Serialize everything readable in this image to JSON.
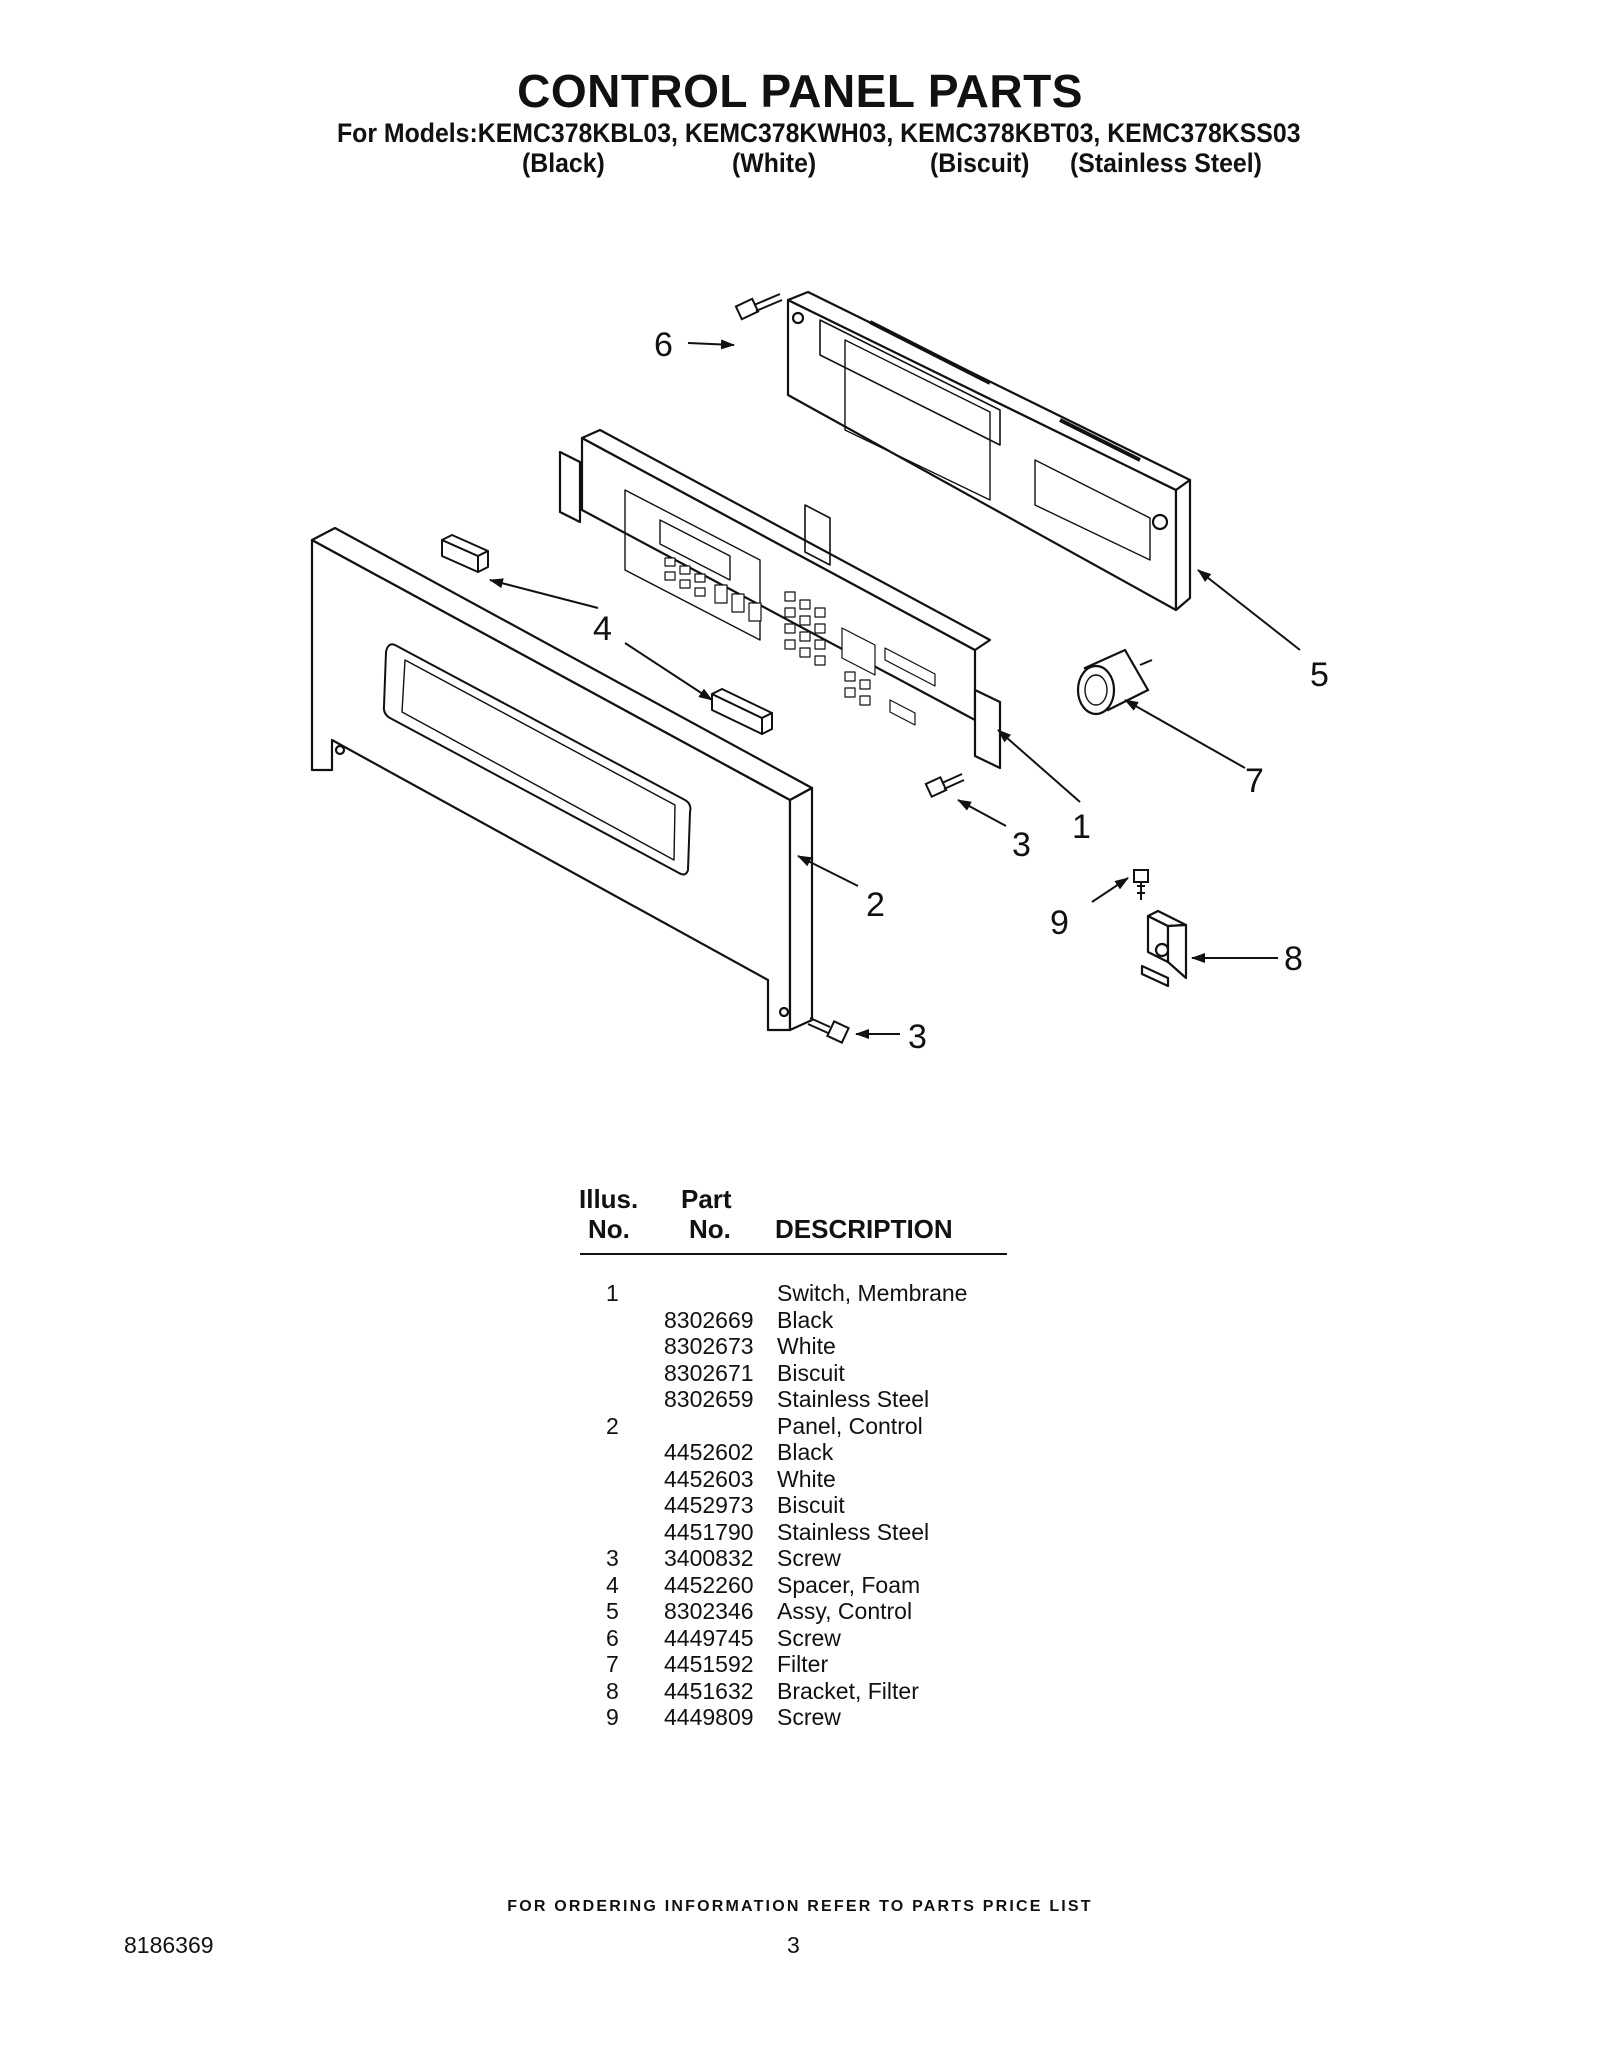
{
  "header": {
    "title": "CONTROL PANEL PARTS",
    "models_line": "For Models:KEMC378KBL03, KEMC378KWH03, KEMC378KBT03, KEMC378KSS03",
    "finishes": [
      "(Black)",
      "(White)",
      "(Biscuit)",
      "(Stainless Steel)"
    ]
  },
  "diagram": {
    "callouts": [
      "6",
      "4",
      "5",
      "7",
      "1",
      "3",
      "2",
      "9",
      "8",
      "3"
    ]
  },
  "table": {
    "headers": {
      "illus_line1": "Illus.",
      "illus_line2": "No.",
      "part_line1": "Part",
      "part_line2": "No.",
      "description": "DESCRIPTION"
    },
    "rows": [
      {
        "illus": "1",
        "part": "",
        "desc": "Switch, Membrane"
      },
      {
        "illus": "",
        "part": "8302669",
        "desc": "Black"
      },
      {
        "illus": "",
        "part": "8302673",
        "desc": "White"
      },
      {
        "illus": "",
        "part": "8302671",
        "desc": "Biscuit"
      },
      {
        "illus": "",
        "part": "8302659",
        "desc": "Stainless Steel"
      },
      {
        "illus": "2",
        "part": "",
        "desc": "Panel, Control"
      },
      {
        "illus": "",
        "part": "4452602",
        "desc": "Black"
      },
      {
        "illus": "",
        "part": "4452603",
        "desc": "White"
      },
      {
        "illus": "",
        "part": "4452973",
        "desc": "Biscuit"
      },
      {
        "illus": "",
        "part": "4451790",
        "desc": "Stainless Steel"
      },
      {
        "illus": "3",
        "part": "3400832",
        "desc": "Screw"
      },
      {
        "illus": "4",
        "part": "4452260",
        "desc": "Spacer, Foam"
      },
      {
        "illus": "5",
        "part": "8302346",
        "desc": "Assy, Control"
      },
      {
        "illus": "6",
        "part": "4449745",
        "desc": "Screw"
      },
      {
        "illus": "7",
        "part": "4451592",
        "desc": "Filter"
      },
      {
        "illus": "8",
        "part": "4451632",
        "desc": "Bracket, Filter"
      },
      {
        "illus": "9",
        "part": "4449809",
        "desc": "Screw"
      }
    ]
  },
  "footer": {
    "ordering_note": "FOR ORDERING INFORMATION REFER TO PARTS PRICE LIST",
    "doc_number": "8186369",
    "page_number": "3"
  }
}
